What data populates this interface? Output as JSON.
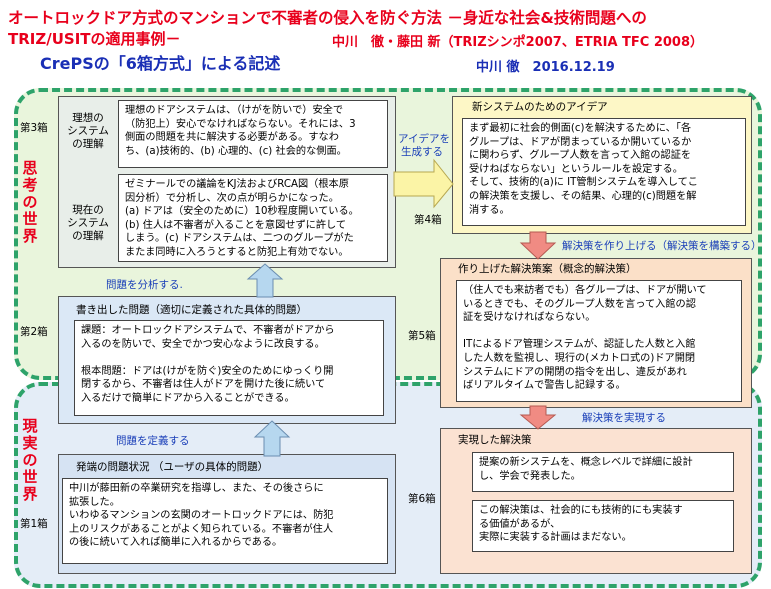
{
  "header": {
    "title_line1": "オートロックドア方式のマンションで不審者の侵入を防ぐ方法 －身近な社会&技術問題への",
    "title_line2": "TRIZ/USITの適用事例－",
    "authors": "中川　徹・藤田 新（TRIZシンポ2007、ETRIA TFC 2008）",
    "subtitle": "CrePSの「6箱方式」による記述",
    "author_date": "中川 徹　2016.12.19"
  },
  "worlds": {
    "thinking": "思考の世界",
    "real": "現実の世界"
  },
  "box_labels": {
    "box1": "第1箱",
    "box2": "第2箱",
    "box3": "第3箱",
    "box4": "第4箱",
    "box5": "第5箱",
    "box6": "第6箱"
  },
  "arrows": {
    "define_problem": "問題を定義する",
    "analyze_problem": "問題を分析する.",
    "get_idea": [
      "アイデアを",
      "生成する"
    ],
    "build_solution": "解決策を作り上げる（解決策を構築する）",
    "implement_solution": "解決策を実現する"
  },
  "box3": {
    "ideal_label": [
      "理想の",
      "システム",
      "の理解"
    ],
    "ideal_text": [
      "理想のドアシステムは、（けがを防いで）安全で",
      "（防犯上）安心でなければならない。それには、3",
      "側面の問題を共に解決する必要がある。すなわ",
      "ち、(a)技術的、(b) 心理的、(c) 社会的な側面。"
    ],
    "current_label": [
      "現在の",
      "システム",
      "の理解"
    ],
    "current_text": [
      "ゼミナールでの議論をKJ法およびRCA図（根本原",
      "因分析）で分析し、次の点が明らかになった。",
      "(a) ドアは（安全のために）10秒程度開いている。",
      "(b) 住人は不審者が入ることを意図せずに許して",
      "しまう。(c) ドアシステムは、二つのグループがた",
      "またま同時に入ろうとすると防犯上有効でない。"
    ]
  },
  "box2": {
    "heading": "書き出した問題（適切に定義された具体的問題）",
    "text": [
      "課題：オートロックドアシステムで、不審者がドアから",
      "入るのを防いで、安全でかつ安心なように改良する。",
      "",
      "根本問題：ドアは(けがを防ぐ)安全のためにゆっくり開",
      "閉するから、不審者は住人がドアを開けた後に続いて",
      "入るだけで簡単にドアから入ることができる。"
    ]
  },
  "box1": {
    "heading": "発端の問題状況 （ユーザの具体的問題）",
    "text": [
      "中川が藤田新の卒業研究を指導し、また、その後さらに",
      "拡張した。",
      "いわゆるマンションの玄関のオートロックドアには、防犯",
      "上のリスクがあることがよく知られている。不審者が住人",
      "の後に続いて入れば簡単に入れるからである。"
    ]
  },
  "box4": {
    "heading": "新システムのためのアイデア",
    "text": [
      "まず最初に社会的側面(c)を解決するために、「各",
      "グループは、ドアが閉まっているか開いているか",
      "に関わらず、グループ人数を言って入館の認証を",
      "受けねばならない」というルールを設定する。",
      "そして、技術的(a)に IT管制システムを導入してこ",
      "の解決策を支援し、その結果、心理的(c)問題を解",
      "消する。"
    ]
  },
  "box5": {
    "heading": "作り上げた解決策案（概念的解決策）",
    "text": [
      "（住人でも来訪者でも）各グループは、ドアが開いて",
      "いるときでも、そのグループ人数を言って入館の認",
      "証を受けなければならない。",
      "",
      "ITによるドア管理システムが、認証した人数と入館",
      "した人数を監視し、現行の(メカトロ式の)ドア開閉",
      "システムにドアの開閉の指令を出し、違反があれ",
      "ばリアルタイムで警告し記録する。"
    ]
  },
  "box6": {
    "heading": "実現した解決策",
    "text1": [
      "提案の新システムを、概念レベルで詳細に設計",
      "し、学会で発表した。"
    ],
    "text2": [
      "この解決策は、社会的にも技術的にも実装す",
      "る価値があるが、",
      "実際に実装する計画はまだない。"
    ]
  },
  "colors": {
    "red": "#e8001c",
    "blue": "#1a2fb5",
    "green_dashed": "#2ea36a",
    "thinking_bg": "#e9f5dc",
    "real_bg": "#e4edf7",
    "box3_bg": "#e8eee9",
    "box2_bg": "#dbe8f6",
    "box1_bg": "#d6e3f3",
    "box4_bg": "#fdf7c6",
    "box5_bg": "#fbe0c8",
    "box6_bg": "#fbe2d2",
    "arrow_blue": "#b6d7ef",
    "arrow_yellow": "#fbf4a6",
    "arrow_red": "#f08b83"
  }
}
